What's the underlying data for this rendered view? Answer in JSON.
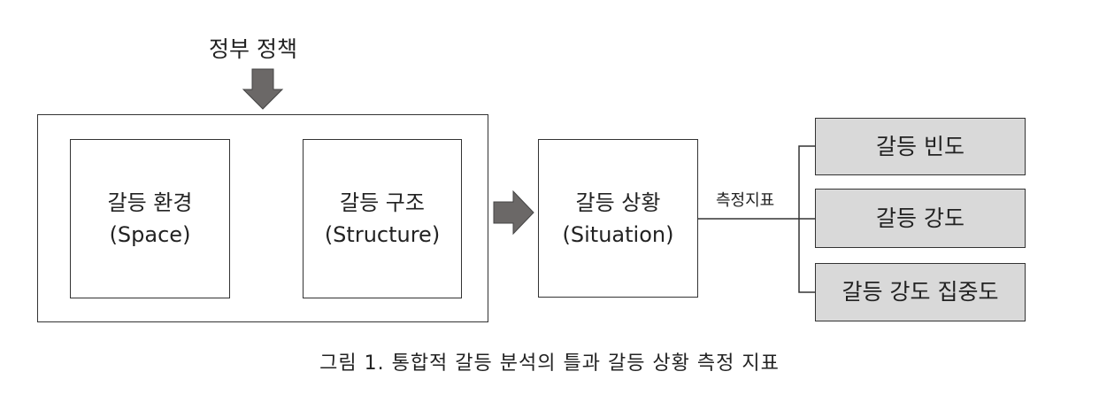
{
  "policy_label": "정부 정책",
  "boxes": {
    "space": {
      "title": "갈등 환경",
      "subtitle": "(Space)"
    },
    "structure": {
      "title": "갈등 구조",
      "subtitle": "(Structure)"
    },
    "situation": {
      "title": "갈등 상황",
      "subtitle": "(Situation)"
    }
  },
  "measure_label": "측정지표",
  "indicators": [
    "갈등 빈도",
    "갈등 강도",
    "갈등 강도 집중도"
  ],
  "caption": "그림 1. 통합적 갈등 분석의 틀과 갈등 상황 측정 지표",
  "colors": {
    "arrow": "#6b6867",
    "indicator_fill": "#d9d9d9"
  }
}
